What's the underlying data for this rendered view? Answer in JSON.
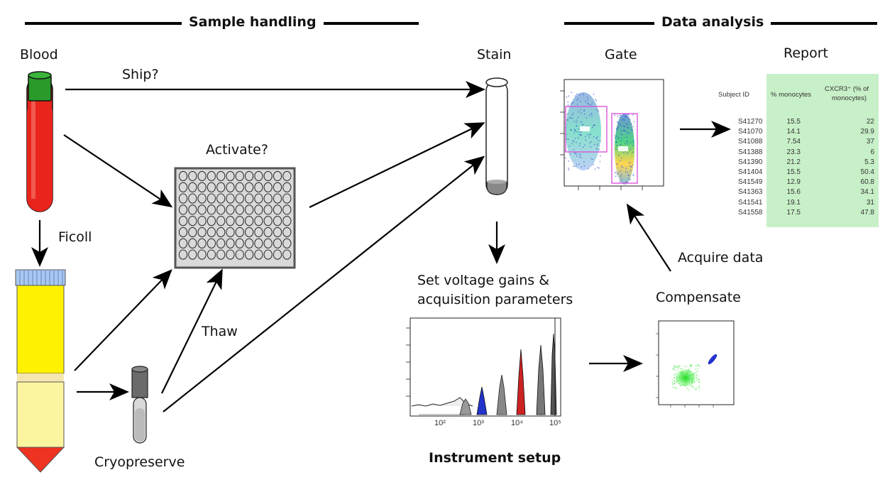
{
  "headers": {
    "sample_handling": "Sample handling",
    "data_analysis": "Data analysis"
  },
  "labels": {
    "blood": "Blood",
    "ship": "Ship?",
    "stain": "Stain",
    "activate": "Activate?",
    "ficoll": "Ficoll",
    "thaw": "Thaw",
    "cryopreserve": "Cryopreserve",
    "gate": "Gate",
    "report": "Report",
    "acquire_data": "Acquire data",
    "compensate": "Compensate",
    "set_voltage_line1": "Set voltage gains &",
    "set_voltage_line2": "acquisition parameters",
    "instrument_setup": "Instrument setup"
  },
  "report_table": {
    "headers": [
      "Subject ID",
      "% monocytes",
      "CXCR3⁺ (% of",
      "monocytes)"
    ],
    "rows": [
      [
        "S41270",
        "15.5",
        "22"
      ],
      [
        "S41070",
        "14.1",
        "29.9"
      ],
      [
        "S41088",
        "7.54",
        "37"
      ],
      [
        "S41388",
        "23.3",
        "6"
      ],
      [
        "S41390",
        "21.2",
        "5.3"
      ],
      [
        "S41404",
        "15.5",
        "50.4"
      ],
      [
        "S41549",
        "12.9",
        "60.8"
      ],
      [
        "S41363",
        "15.6",
        "34.1"
      ],
      [
        "S41541",
        "19.1",
        "31"
      ],
      [
        "S41558",
        "17.5",
        "47.8"
      ]
    ],
    "highlight_color": "#c8f0c8"
  },
  "histogram_axis": {
    "ticks": [
      "10²",
      "10³",
      "10⁴",
      "10⁵"
    ]
  },
  "colors": {
    "blood_red": "#e8241c",
    "cap_green": "#2a9a2a",
    "yellow": "#fff200",
    "light_yellow": "#fbf5a0",
    "tube_tip_red": "#ee3322",
    "blue_cap": "#a9c8f0",
    "plate_gray": "#d9d9d9",
    "peak_blue": "#2233cc",
    "peak_red": "#cc2222",
    "dot_green": "#33dd33",
    "gate_pink": "#dd55dd"
  }
}
